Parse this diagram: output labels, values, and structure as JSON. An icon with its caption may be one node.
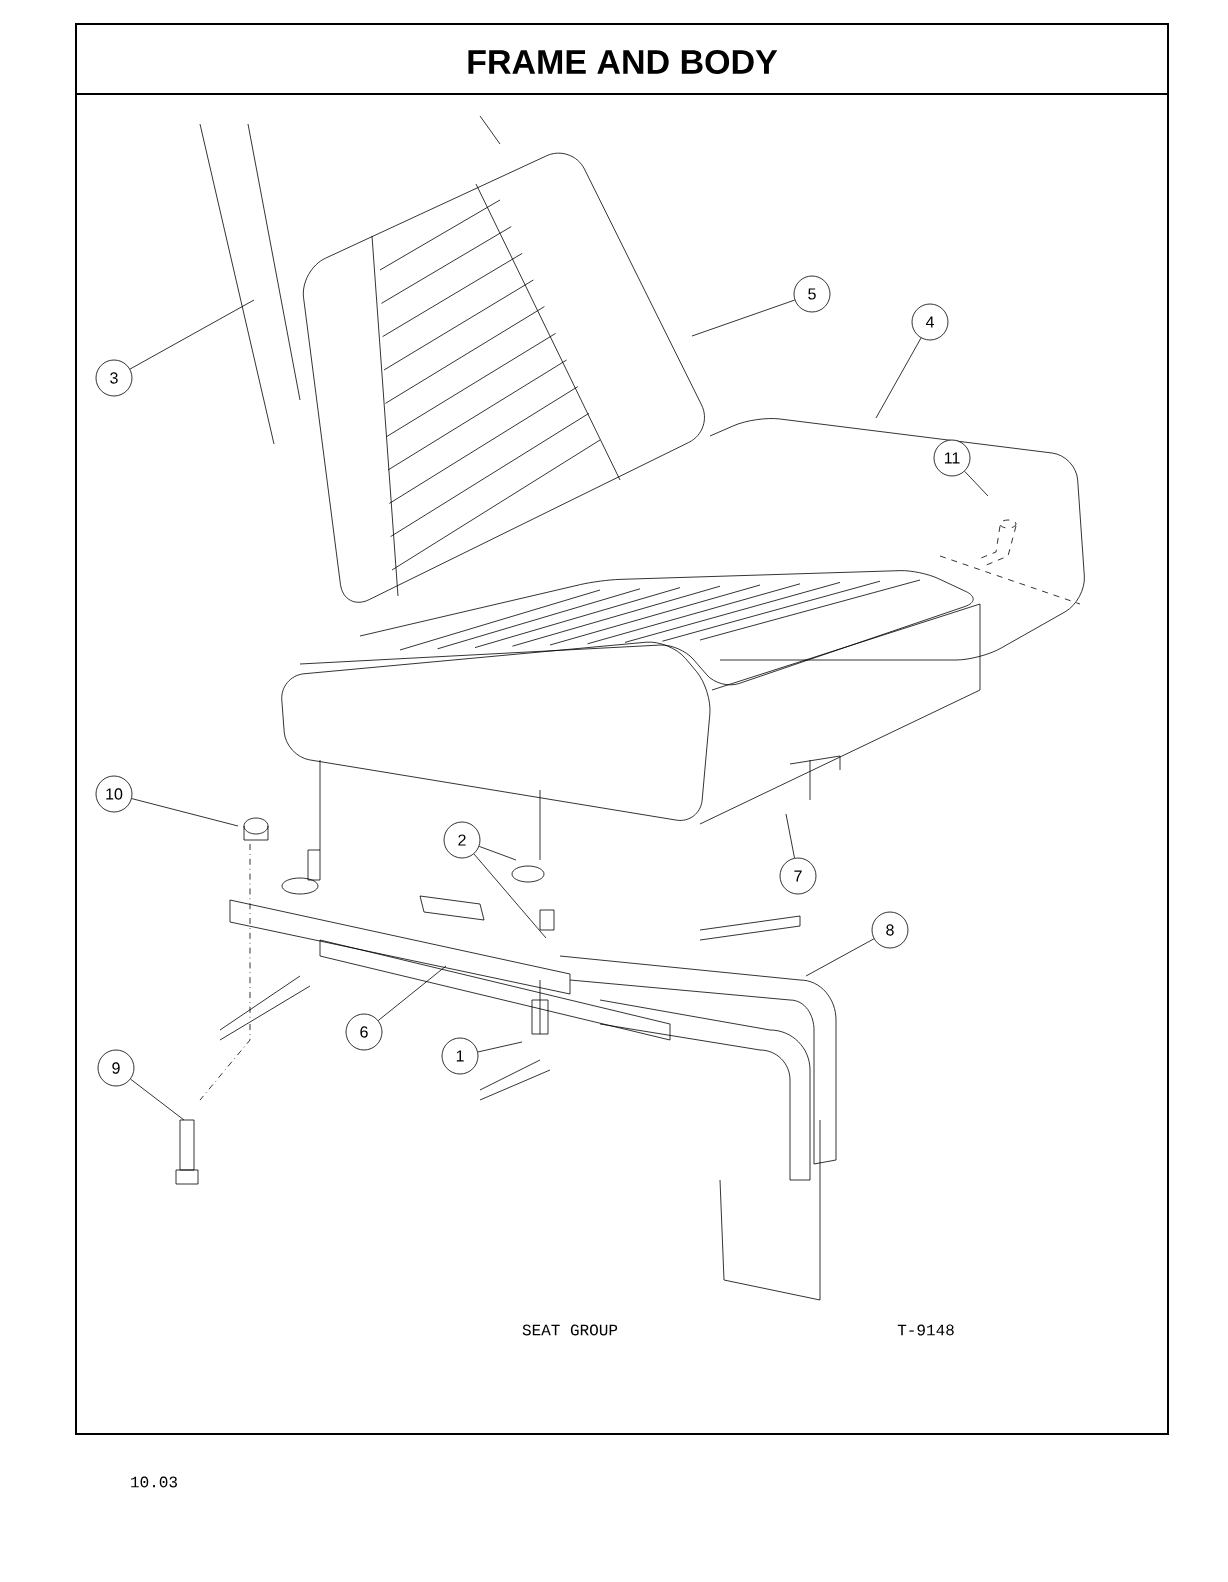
{
  "diagram": {
    "title": "FRAME AND BODY",
    "nodes": [
      {
        "text": [
          "5"
        ]
      },
      {
        "text": [
          "4"
        ]
      },
      {
        "text": [
          "3"
        ]
      },
      {
        "text": [
          "11"
        ]
      },
      {
        "text": [
          "10"
        ]
      },
      {
        "text": [
          "2"
        ]
      },
      {
        "text": [
          "7"
        ]
      },
      {
        "text": [
          "8"
        ]
      },
      {
        "text": [
          "6"
        ]
      },
      {
        "text": [
          "1"
        ]
      },
      {
        "text": [
          "9"
        ]
      }
    ],
    "edges": [
      {
        "from": 0,
        "to": null,
        "arrow": "none"
      },
      {
        "from": 1,
        "to": null,
        "arrow": "none"
      },
      {
        "from": 2,
        "to": null,
        "arrow": "none"
      },
      {
        "from": 3,
        "to": null,
        "arrow": "none"
      },
      {
        "from": 4,
        "to": null,
        "arrow": "none"
      },
      {
        "from": 5,
        "to": null,
        "arrow": "none"
      },
      {
        "from": 5,
        "to": null,
        "arrow": "none"
      },
      {
        "from": 6,
        "to": null,
        "arrow": "none"
      },
      {
        "from": 7,
        "to": null,
        "arrow": "none"
      },
      {
        "from": 8,
        "to": null,
        "arrow": "none"
      },
      {
        "from": 9,
        "to": null,
        "arrow": "none"
      },
      {
        "from": 10,
        "to": null,
        "arrow": "none"
      }
    ],
    "labels": [
      "SEAT GROUP",
      "T-9148",
      "10.03"
    ]
  }
}
